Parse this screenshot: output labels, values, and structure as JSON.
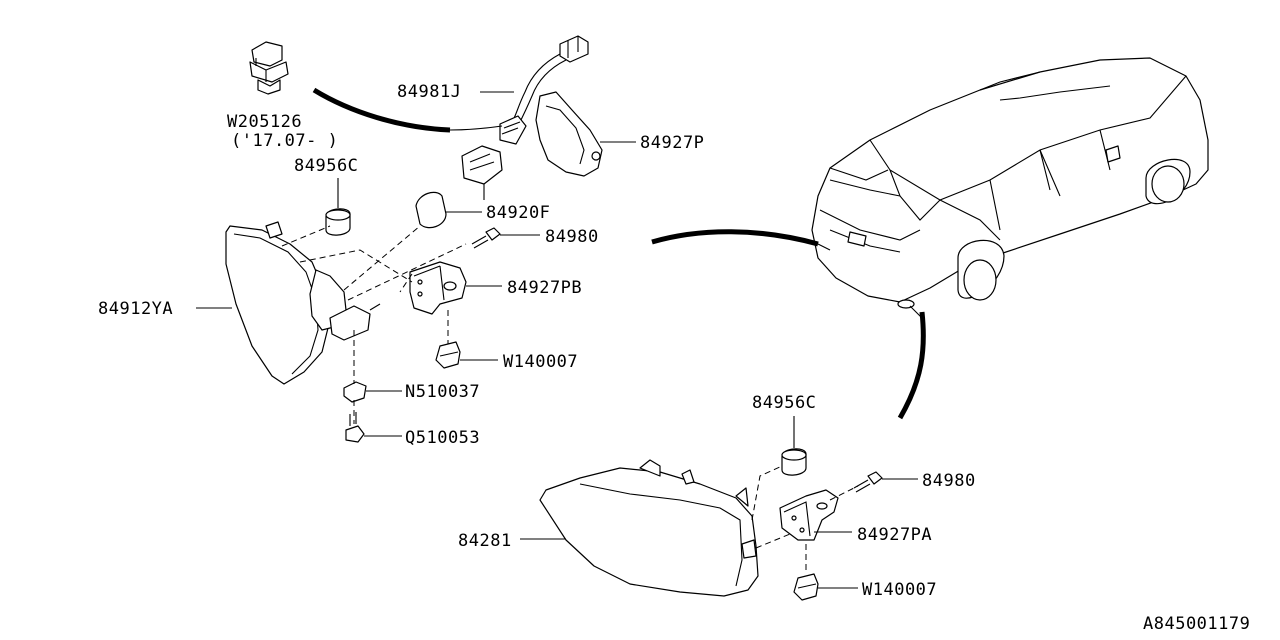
{
  "diagram_id": "A845001179",
  "labels": {
    "w205126": "W205126",
    "w205126_note": "('17.07- )",
    "p84981j": "84981J",
    "p84927p": "84927P",
    "p84956c_top": "84956C",
    "p84920f": "84920F",
    "p84980_top": "84980",
    "p84927pb": "84927PB",
    "p84912ya": "84912YA",
    "w140007_top": "W140007",
    "n510037": "N510037",
    "q510053": "Q510053",
    "p84956c_bottom": "84956C",
    "p84980_bottom": "84980",
    "p84281": "84281",
    "p84927pa": "84927PA",
    "w140007_bottom": "W140007"
  }
}
